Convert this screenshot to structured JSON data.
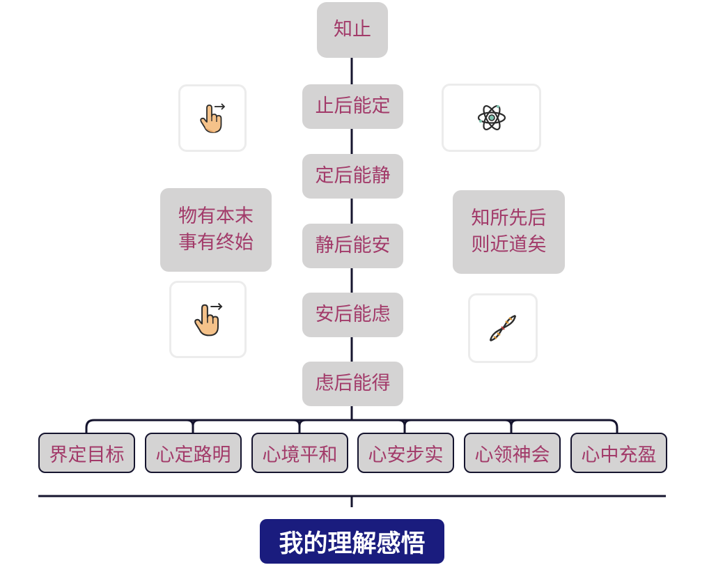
{
  "root": "知止",
  "chain": [
    "止后能定",
    "定后能静",
    "静后能安",
    "安后能虑",
    "虑后能得"
  ],
  "side_left": {
    "line1": "物有本末",
    "line2": "事有终始"
  },
  "side_right": {
    "line1": "知所先后",
    "line2": "则近道矣"
  },
  "leaves": [
    "界定目标",
    "心定路明",
    "心境平和",
    "心安步实",
    "心领神会",
    "心中充盈"
  ],
  "footer_title": "我的理解感悟",
  "icons": {
    "top_left": "pointing-hand-icon",
    "bottom_left": "pointing-hand-icon",
    "top_right": "atom-icon",
    "bottom_right": "dna-icon"
  },
  "colors": {
    "node_fill": "#d4d3d3",
    "node_text": "#a23a69",
    "line": "#15142e",
    "footer_fill": "#1a1c7e",
    "footer_text": "#ffffff"
  }
}
